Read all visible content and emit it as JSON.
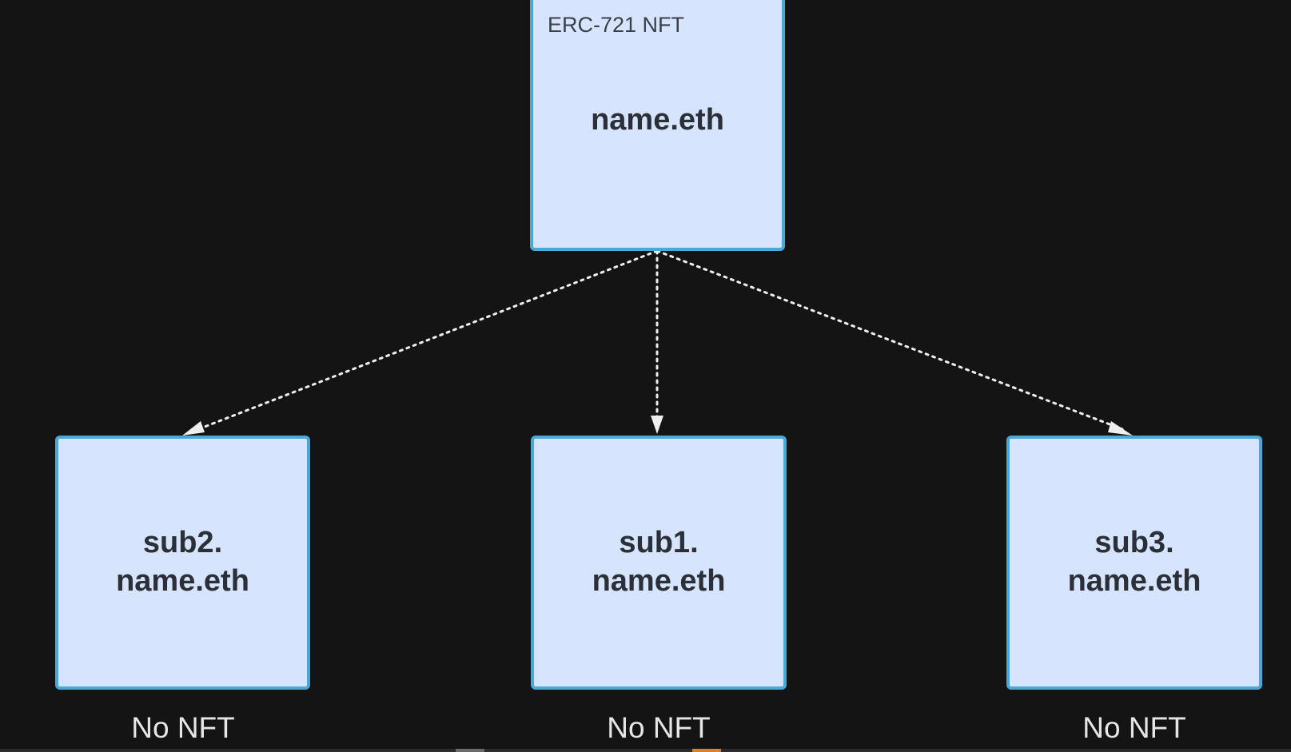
{
  "diagram": {
    "root": {
      "sublabel": "ERC-721 NFT",
      "label": "name.eth"
    },
    "children": [
      {
        "id": "sub2",
        "line1": "sub2.",
        "line2": "name.eth",
        "caption": "No NFT"
      },
      {
        "id": "sub1",
        "line1": "sub1.",
        "line2": "name.eth",
        "caption": "No NFT"
      },
      {
        "id": "sub3",
        "line1": "sub3.",
        "line2": "name.eth",
        "caption": "No NFT"
      }
    ],
    "edges": [
      {
        "from": "root",
        "to": "sub2",
        "style": "dotted"
      },
      {
        "from": "root",
        "to": "sub1",
        "style": "dotted"
      },
      {
        "from": "root",
        "to": "sub3",
        "style": "dotted"
      }
    ]
  },
  "colors": {
    "background": "#141414",
    "node_fill": "#d6e5fd",
    "node_border": "#4aa8d6",
    "edge": "#eeeeee",
    "caption": "#e6e6e6",
    "strip_gray": "#6b6b6b",
    "strip_orange": "#d9822b"
  }
}
